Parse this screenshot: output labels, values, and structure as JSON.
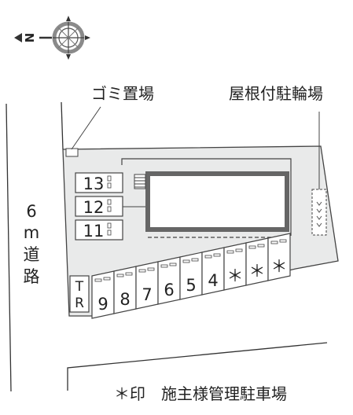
{
  "compass": {
    "north_label": "N",
    "icon": "compass-rose-icon"
  },
  "labels": {
    "garbage": "ゴミ置場",
    "bicycle": "屋根付駐輪場",
    "road_width": "6",
    "road_unit": "m",
    "road_word_1": "道",
    "road_word_2": "路",
    "note": "＊印　施主様管理駐車場"
  },
  "trash_room": {
    "line1": "T",
    "line2": "R"
  },
  "upper_spaces": [
    "13",
    "12",
    "11"
  ],
  "bottom_spaces": [
    "9",
    "8",
    "7",
    "6",
    "5",
    "4",
    "＊",
    "＊",
    "＊"
  ]
}
